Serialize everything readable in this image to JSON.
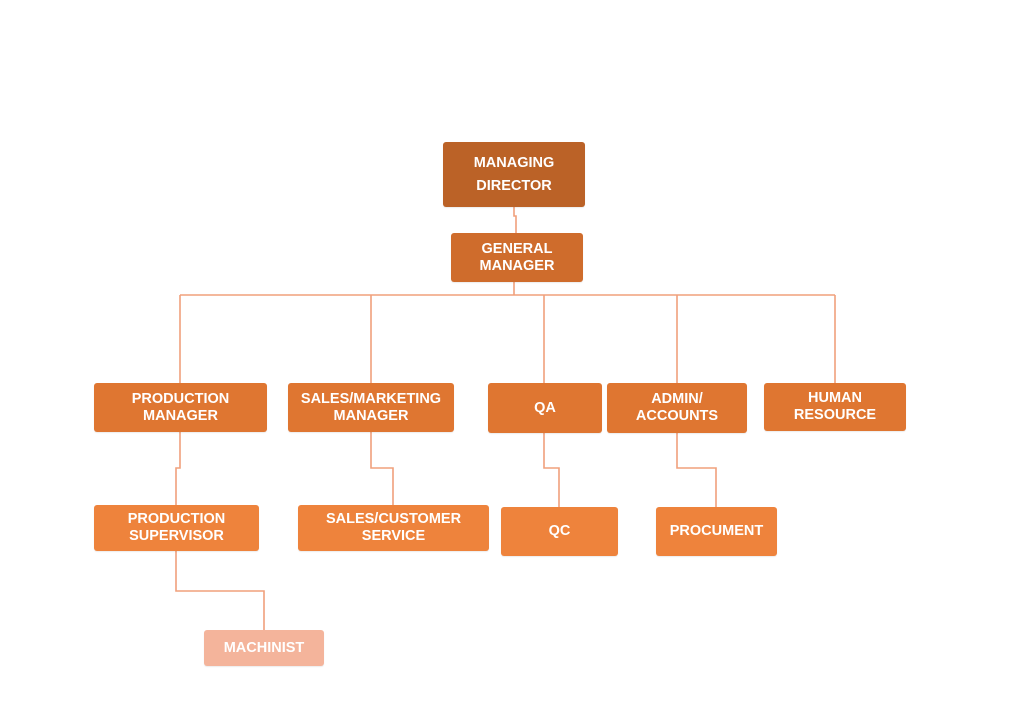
{
  "colors": {
    "line": "#f0a07c",
    "level_0": "#bb6227",
    "level_1": "#cf6c2c",
    "level_2": "#df7631",
    "level_3": "#ee833c",
    "level_4": "#f4b49b"
  },
  "org_chart": {
    "managing_director": "MANAGING\nDIRECTOR",
    "general_manager": "GENERAL\nMANAGER",
    "departments": [
      {
        "label": "PRODUCTION\nMANAGER"
      },
      {
        "label": "SALES/MARKETING\nMANAGER"
      },
      {
        "label": "QA"
      },
      {
        "label": "ADMIN/\nACCOUNTS"
      },
      {
        "label": "HUMAN\nRESOURCE"
      }
    ],
    "sub_units": [
      {
        "label": "PRODUCTION\nSUPERVISOR",
        "reports_to": "PRODUCTION MANAGER"
      },
      {
        "label": "SALES/CUSTOMER\nSERVICE",
        "reports_to": "SALES/MARKETING MANAGER"
      },
      {
        "label": "QC",
        "reports_to": "QA"
      },
      {
        "label": "PROCUMENT",
        "reports_to": "ADMIN/ ACCOUNTS"
      }
    ],
    "third_level": [
      {
        "label": "MACHINIST",
        "reports_to": "PRODUCTION SUPERVISOR"
      }
    ]
  }
}
